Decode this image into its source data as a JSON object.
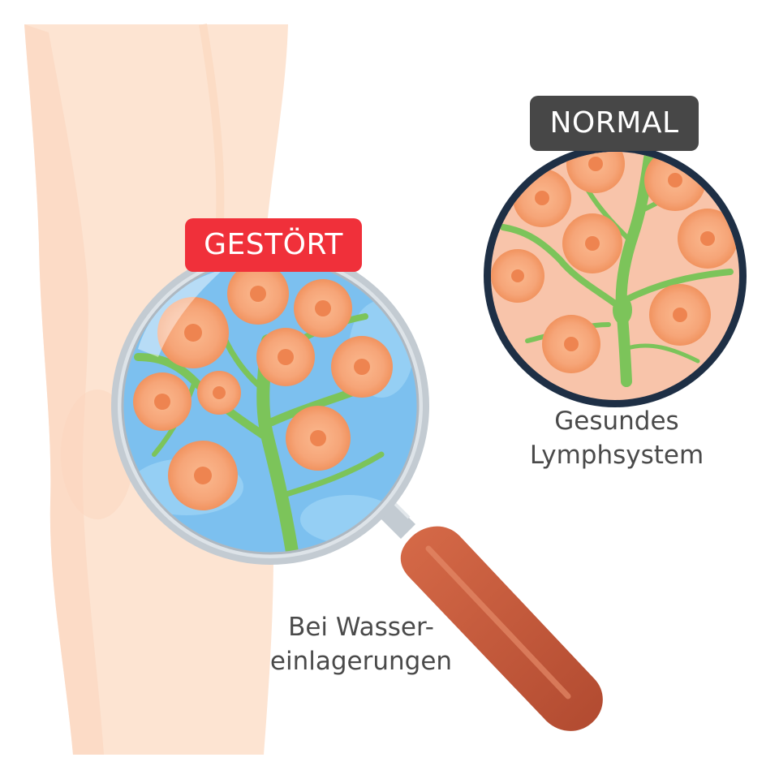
{
  "labels": {
    "disturbed": "GESTÖRT",
    "normal": "NORMAL"
  },
  "captions": {
    "normal_line1": "Gesundes",
    "normal_line2": "Lymphsystem",
    "disturbed_line1": "Bei Wasser-",
    "disturbed_line2": "einlagerungen"
  },
  "colors": {
    "disturbed_badge": "#f0303a",
    "normal_badge": "#474747",
    "skin": "#fde4d2",
    "edema_fluid": "#7cc0ef",
    "cell": "#f6a578",
    "cell_nucleus": "#ee8450",
    "lymph_vessel": "#7cc45a",
    "magnifier_handle": "#c8583a",
    "lens_frame": "#c3cbd2",
    "normal_ring": "#1e2f45"
  },
  "icons": {
    "leg": "leg-illustration",
    "magnifier": "magnifying-glass-icon"
  }
}
